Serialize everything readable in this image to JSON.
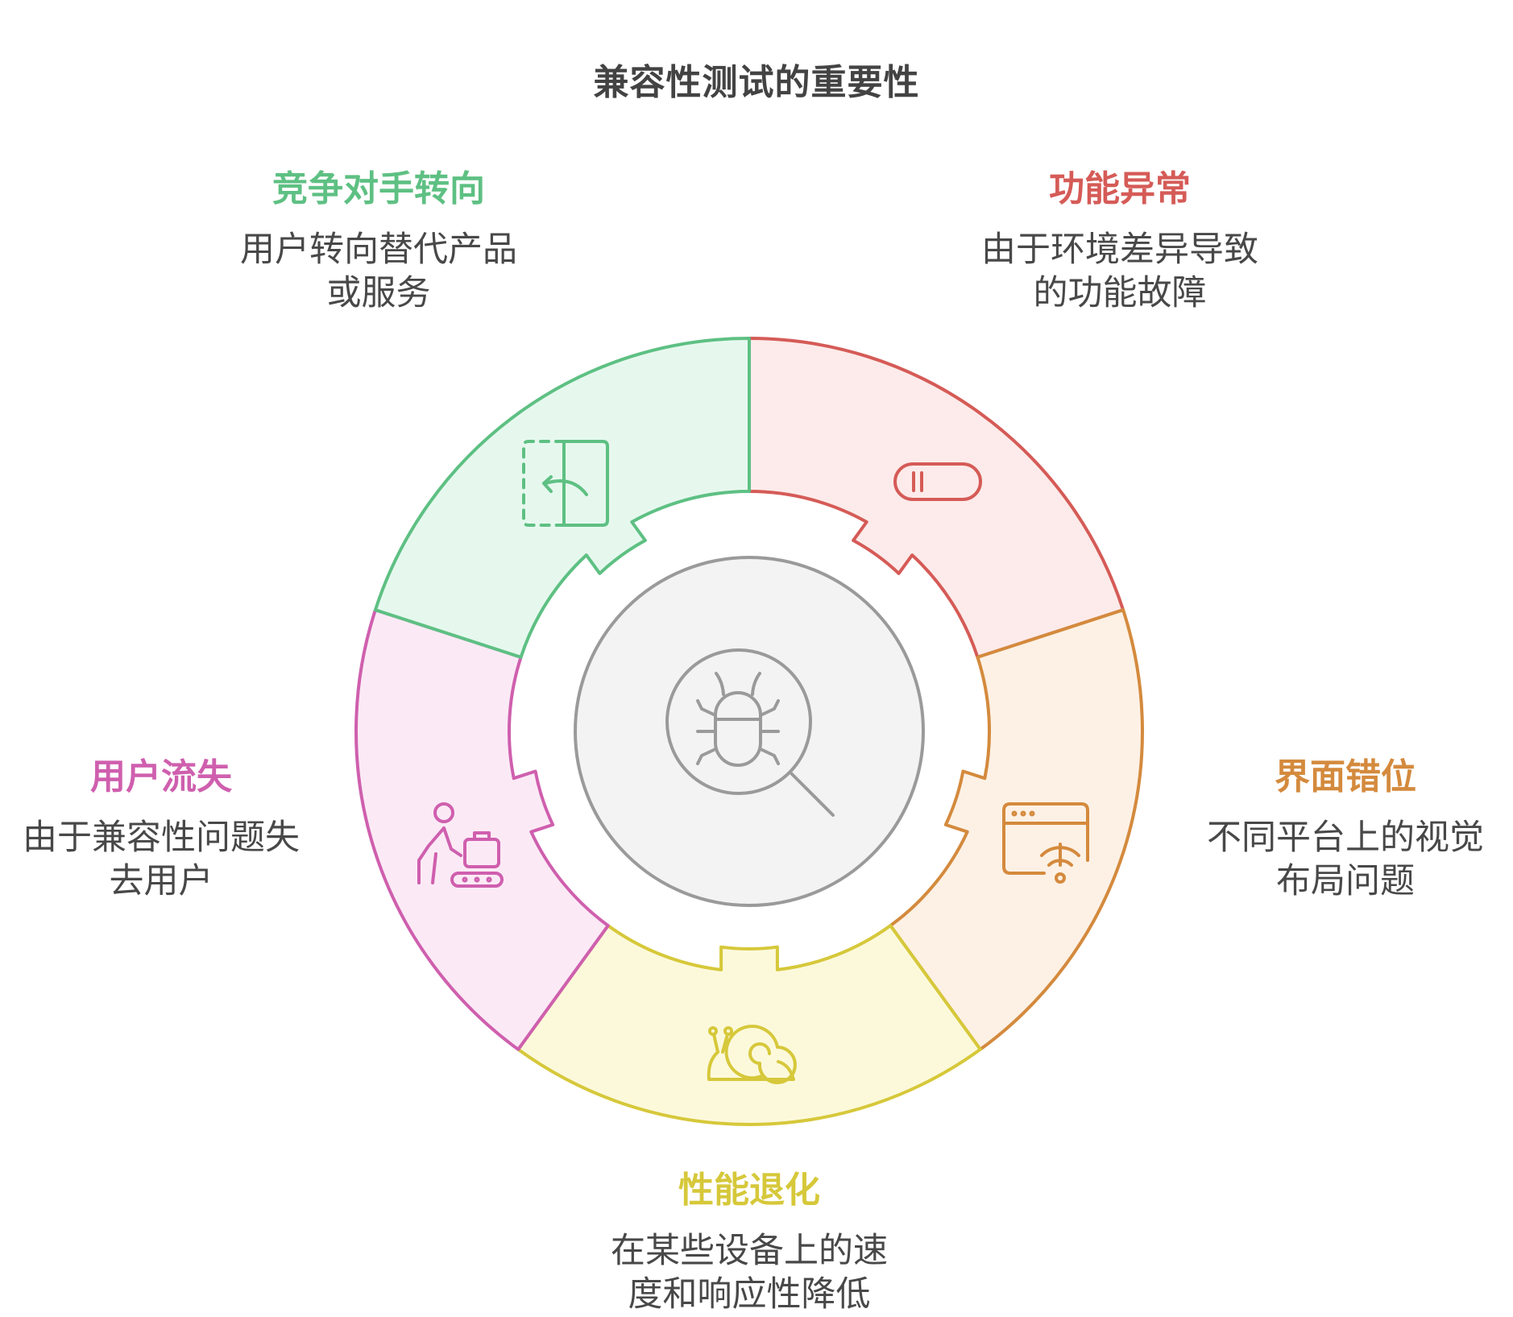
{
  "title": "兼容性测试的重要性",
  "colors": {
    "center_stroke": "#9a9a9a",
    "center_fill": "#f3f3f3",
    "center_icon": "#9a9a9a"
  },
  "center": {
    "icon": "bug-search-icon"
  },
  "segments": [
    {
      "key": "functional",
      "title": "功能异常",
      "desc_lines": [
        "由于环境差异导致",
        "的功能故障"
      ],
      "icon": "toggle-off-icon",
      "stroke": "#d55b57",
      "fill": "#fcebea"
    },
    {
      "key": "ui",
      "title": "界面错位",
      "desc_lines": [
        "不同平台上的视觉",
        "布局问题"
      ],
      "icon": "browser-loading-icon",
      "stroke": "#d48a3d",
      "fill": "#fdf1e5"
    },
    {
      "key": "performance",
      "title": "性能退化",
      "desc_lines": [
        "在某些设备上的速",
        "度和响应性降低"
      ],
      "icon": "snail-icon",
      "stroke": "#d6c83a",
      "fill": "#fcf9db"
    },
    {
      "key": "churn",
      "title": "用户流失",
      "desc_lines": [
        "由于兼容性问题失",
        "去用户"
      ],
      "icon": "person-luggage-icon",
      "stroke": "#cf5fae",
      "fill": "#fbeaf5"
    },
    {
      "key": "competitor",
      "title": "竞争对手转向",
      "desc_lines": [
        "用户转向替代产品",
        "或服务"
      ],
      "icon": "switch-door-icon",
      "stroke": "#5ec083",
      "fill": "#e6f8ee"
    }
  ]
}
